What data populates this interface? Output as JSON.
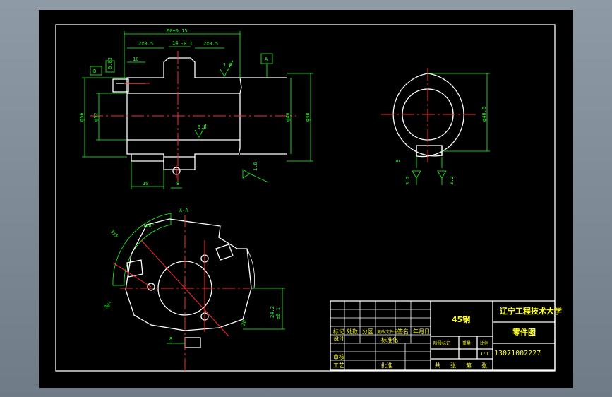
{
  "colors": {
    "background": "#7f8b97",
    "drawing_bg": "#000000",
    "outline": "#ffffff",
    "centerline": "#ff2a2a",
    "dimension": "#20ff20",
    "title_text": "#ffff20"
  },
  "front_view": {
    "dims": {
      "overall": "60±0.15",
      "left_chamfer": "2x0.5",
      "hub": "14",
      "hub_sub": "-0.1",
      "right_chamfer": "2x0.5",
      "left_offset": "10",
      "datum_b": "B",
      "datum_a": "A",
      "tol_left": "0.03",
      "bore_1": "φ56",
      "bore_2": "φ52",
      "bore_3": "φ46",
      "bore_4": "φ48",
      "bottom_left": "10",
      "bottom_mid": "8"
    },
    "rough": {
      "top": "1.6",
      "inner": "0.8",
      "right": "1.6"
    }
  },
  "end_view": {
    "dims": {
      "outer": "φ40.8",
      "key_width": "8"
    },
    "rough": {
      "left": "3.2",
      "right": "3.2"
    }
  },
  "section_view": {
    "label": "A-A",
    "dims": {
      "angle_120": "120°",
      "hole": "3x5",
      "angle_2": "30°",
      "side": "20",
      "height": "24.2",
      "height_tol": "±0.1",
      "bottom": "8"
    }
  },
  "title_block": {
    "material": "45钢",
    "school": "辽宁工程技术大学",
    "drawing_name": "零件图",
    "drawing_no": "13071002227",
    "scale": "1:1",
    "row_labels": [
      "标记",
      "处数",
      "分区",
      "更改文件号",
      "签名",
      "年月日"
    ],
    "col_labels": [
      "设计",
      "标准化",
      "审核",
      "工艺",
      "批准"
    ],
    "stage_labels": [
      "阶段标记",
      "重量",
      "比例"
    ],
    "sheet_labels": [
      "共",
      "张",
      "第",
      "张"
    ]
  }
}
